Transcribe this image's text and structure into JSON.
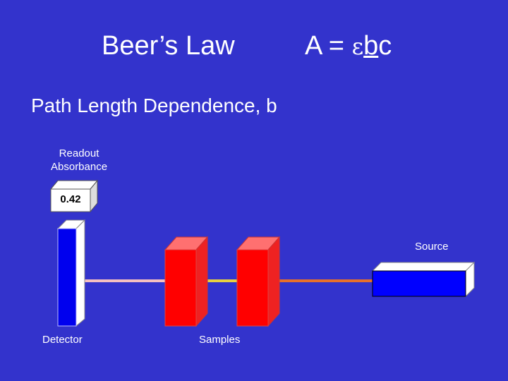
{
  "title": {
    "left": "Beer’s Law",
    "equation_prefix": "A = ",
    "epsilon": "ε",
    "b": "b",
    "c": "c"
  },
  "subtitle": "Path Length Dependence, b",
  "readout": {
    "label_line1": "Readout",
    "label_line2": "Absorbance",
    "value": "0.42"
  },
  "labels": {
    "source": "Source",
    "detector": "Detector",
    "samples": "Samples"
  },
  "colors": {
    "background": "#3333cc",
    "detector": "#0000ee",
    "sample": "#ff0000",
    "source": "#0000ff",
    "readout_box": "#ffffff"
  }
}
